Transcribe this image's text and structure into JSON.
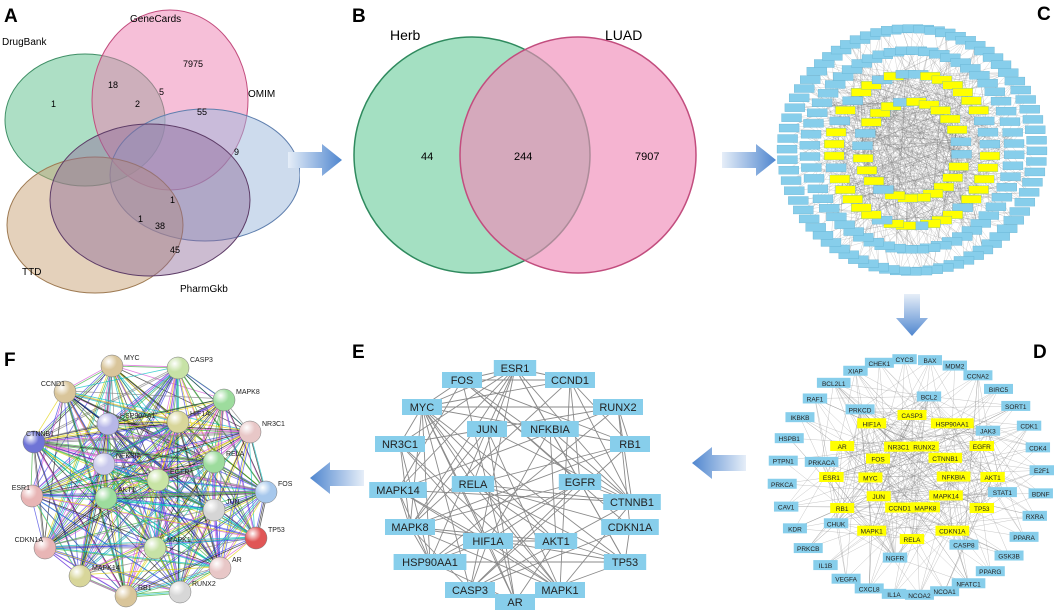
{
  "panels": {
    "A": {
      "label": "A",
      "sets": [
        "DrugBank",
        "GeneCards",
        "OMIM",
        "TTD",
        "PharmGkb"
      ],
      "numbers": [
        "7975",
        "18",
        "1",
        "2",
        "5",
        "55",
        "9",
        "1",
        "1",
        "38",
        "45"
      ]
    },
    "B": {
      "label": "B",
      "sets": [
        "Herb",
        "LUAD"
      ],
      "values": [
        "44",
        "244",
        "7907"
      ]
    },
    "C": {
      "label": "C"
    },
    "D": {
      "label": "D",
      "outer": [
        "XIAP",
        "CHEK1",
        "CYCS",
        "BAX",
        "MDM2",
        "CCNA2",
        "BIRC5",
        "SORT1",
        "CDK1",
        "CDK4",
        "E2F1",
        "BDNF",
        "RXRA",
        "PPARA",
        "GSK3B",
        "PPARG",
        "NFATC1",
        "NCOA1",
        "NCOA2",
        "IL1A",
        "CXCL8",
        "VEGFA",
        "IL1B",
        "PRKCB",
        "KDR",
        "CAV1",
        "PRKCA",
        "PTPN1",
        "HSPB1",
        "IKBKB",
        "RAF1",
        "BCL2L1"
      ],
      "inner_blue": [
        "PRKCD",
        "BCL2",
        "JAK3",
        "STAT1",
        "CASP8",
        "NGFR",
        "CHUK",
        "PRKACA"
      ],
      "inner_yellow": [
        "CASP3",
        "HSP90AA1",
        "EGFR",
        "AKT1",
        "TP53",
        "CDKN1A",
        "RELA",
        "MAPK1",
        "RB1",
        "ESR1",
        "AR",
        "HIF1A",
        "RUNX2",
        "CTNNB1",
        "NFKBIA",
        "MAPK14",
        "MAPK8",
        "CCND1",
        "JUN",
        "MYC",
        "FOS",
        "NR3C1"
      ]
    },
    "E": {
      "label": "E",
      "nodes": [
        "ESR1",
        "FOS",
        "CCND1",
        "MYC",
        "RUNX2",
        "NR3C1",
        "JUN",
        "NFKBIA",
        "RB1",
        "MAPK14",
        "RELA",
        "EGFR",
        "CTNNB1",
        "MAPK8",
        "CDKN1A",
        "HIF1A",
        "AKT1",
        "HSP90AA1",
        "TP53",
        "CASP3",
        "MAPK1",
        "AR"
      ]
    },
    "F": {
      "label": "F",
      "nodes": [
        "MYC",
        "CASP3",
        "CCND1",
        "MAPK8",
        "HSP90AA1",
        "HIF1A",
        "NR3C1",
        "CTNNB1",
        "NFKBIA",
        "RELA",
        "EGFR",
        "FOS",
        "ESR1",
        "JUN",
        "AKT1",
        "CDKN1A",
        "MAPK1",
        "TP53",
        "MAPK14",
        "AR",
        "RB1",
        "RUNX2"
      ]
    }
  },
  "colors": {
    "node_blue": "#87ceeb",
    "node_yellow": "#ffff00",
    "venn_green": "#7ed3a8",
    "venn_pink": "#f08cb8",
    "arrow": "#5b9bd5"
  }
}
